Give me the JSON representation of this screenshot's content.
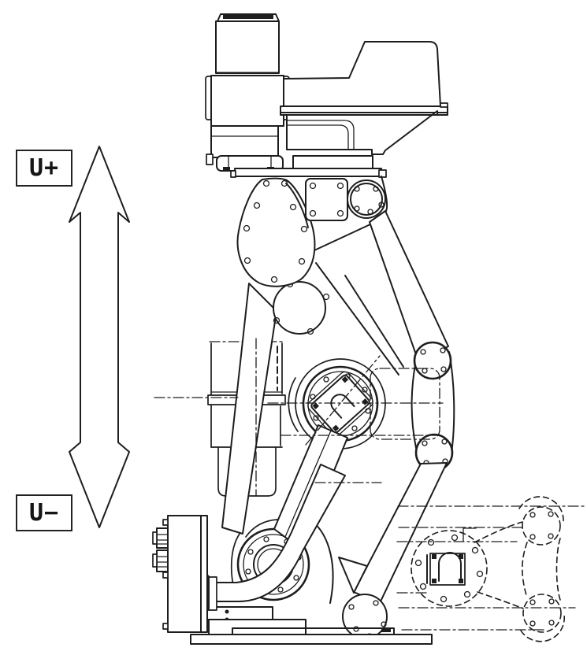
{
  "diagram": {
    "type": "technical-line-illustration",
    "subject": "industrial-robot-arm-side-view-u-axis-motion",
    "labels": {
      "u_plus": "U+",
      "u_minus": "U−"
    },
    "icons": {
      "motion_arrow": "up-down-double-arrow-icon"
    },
    "colors": {
      "line": "#1d1d1d",
      "background": "#ffffff"
    }
  }
}
